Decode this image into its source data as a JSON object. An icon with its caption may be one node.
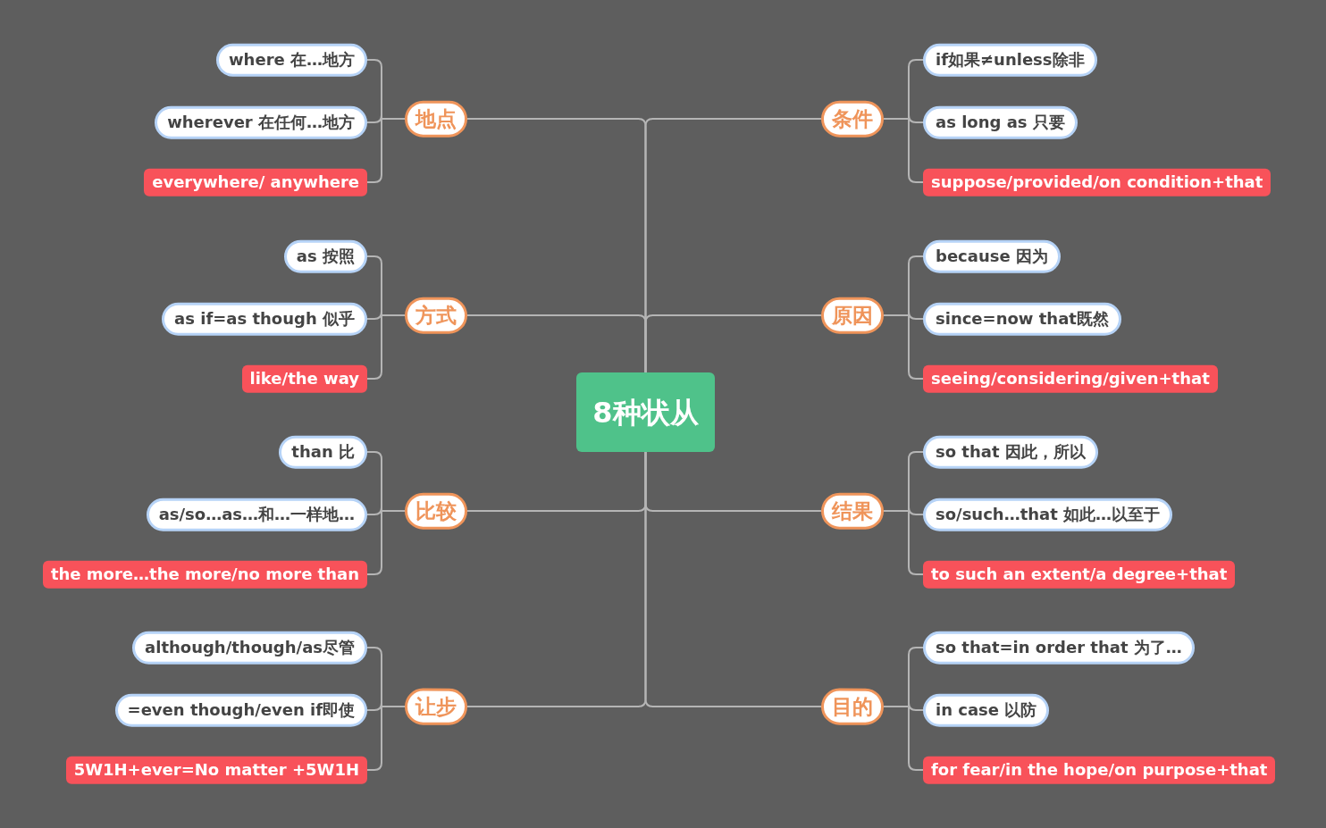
{
  "diagram": {
    "nodes": [
      {
        "text": [
          "8种状从"
        ]
      },
      {
        "text": [
          "地点"
        ]
      },
      {
        "text": [
          "where 在…地方"
        ]
      },
      {
        "text": [
          "wherever 在任何…地方"
        ]
      },
      {
        "text": [
          "everywhere/ anywhere"
        ]
      },
      {
        "text": [
          "条件"
        ]
      },
      {
        "text": [
          "if如果≠unless除非"
        ]
      },
      {
        "text": [
          "as long as 只要"
        ]
      },
      {
        "text": [
          "suppose/provided/on condition+that"
        ]
      },
      {
        "text": [
          "方式"
        ]
      },
      {
        "text": [
          "as 按照"
        ]
      },
      {
        "text": [
          "as if=as though 似乎"
        ]
      },
      {
        "text": [
          "like/the way"
        ]
      },
      {
        "text": [
          "原因"
        ]
      },
      {
        "text": [
          "because 因为"
        ]
      },
      {
        "text": [
          "since=now that既然"
        ]
      },
      {
        "text": [
          "seeing/considering/given+that"
        ]
      },
      {
        "text": [
          "比较"
        ]
      },
      {
        "text": [
          "than 比"
        ]
      },
      {
        "text": [
          "as/so…as…和…一样地…"
        ]
      },
      {
        "text": [
          "the more…the more/no more than"
        ]
      },
      {
        "text": [
          "结果"
        ]
      },
      {
        "text": [
          "so that 因此，所以"
        ]
      },
      {
        "text": [
          "so/such…that 如此…以至于"
        ]
      },
      {
        "text": [
          "to such an extent/a degree+that"
        ]
      },
      {
        "text": [
          "让步"
        ]
      },
      {
        "text": [
          "although/though/as尽管"
        ]
      },
      {
        "text": [
          "=even though/even if即使"
        ]
      },
      {
        "text": [
          "5W1H+ever=No matter +5W1H"
        ]
      },
      {
        "text": [
          "目的"
        ]
      },
      {
        "text": [
          "so that=in order that 为了…"
        ]
      },
      {
        "text": [
          "in case 以防"
        ]
      },
      {
        "text": [
          "for fear/in the hope/on purpose+that"
        ]
      }
    ],
    "edges": [
      {
        "from": 0,
        "to": 1,
        "arrow": "none"
      },
      {
        "from": 1,
        "to": 2,
        "arrow": "none"
      },
      {
        "from": 1,
        "to": 3,
        "arrow": "none"
      },
      {
        "from": 1,
        "to": 4,
        "arrow": "none"
      },
      {
        "from": 0,
        "to": 5,
        "arrow": "none"
      },
      {
        "from": 5,
        "to": 6,
        "arrow": "none"
      },
      {
        "from": 5,
        "to": 7,
        "arrow": "none"
      },
      {
        "from": 5,
        "to": 8,
        "arrow": "none"
      },
      {
        "from": 0,
        "to": 9,
        "arrow": "none"
      },
      {
        "from": 9,
        "to": 10,
        "arrow": "none"
      },
      {
        "from": 9,
        "to": 11,
        "arrow": "none"
      },
      {
        "from": 9,
        "to": 12,
        "arrow": "none"
      },
      {
        "from": 0,
        "to": 13,
        "arrow": "none"
      },
      {
        "from": 13,
        "to": 14,
        "arrow": "none"
      },
      {
        "from": 13,
        "to": 15,
        "arrow": "none"
      },
      {
        "from": 13,
        "to": 16,
        "arrow": "none"
      },
      {
        "from": 0,
        "to": 17,
        "arrow": "none"
      },
      {
        "from": 17,
        "to": 18,
        "arrow": "none"
      },
      {
        "from": 17,
        "to": 19,
        "arrow": "none"
      },
      {
        "from": 17,
        "to": 20,
        "arrow": "none"
      },
      {
        "from": 0,
        "to": 21,
        "arrow": "none"
      },
      {
        "from": 21,
        "to": 22,
        "arrow": "none"
      },
      {
        "from": 21,
        "to": 23,
        "arrow": "none"
      },
      {
        "from": 21,
        "to": 24,
        "arrow": "none"
      },
      {
        "from": 0,
        "to": 25,
        "arrow": "none"
      },
      {
        "from": 25,
        "to": 26,
        "arrow": "none"
      },
      {
        "from": 25,
        "to": 27,
        "arrow": "none"
      },
      {
        "from": 25,
        "to": 28,
        "arrow": "none"
      },
      {
        "from": 0,
        "to": 29,
        "arrow": "none"
      },
      {
        "from": 29,
        "to": 30,
        "arrow": "none"
      },
      {
        "from": 29,
        "to": 31,
        "arrow": "none"
      },
      {
        "from": 29,
        "to": 32,
        "arrow": "none"
      }
    ]
  }
}
